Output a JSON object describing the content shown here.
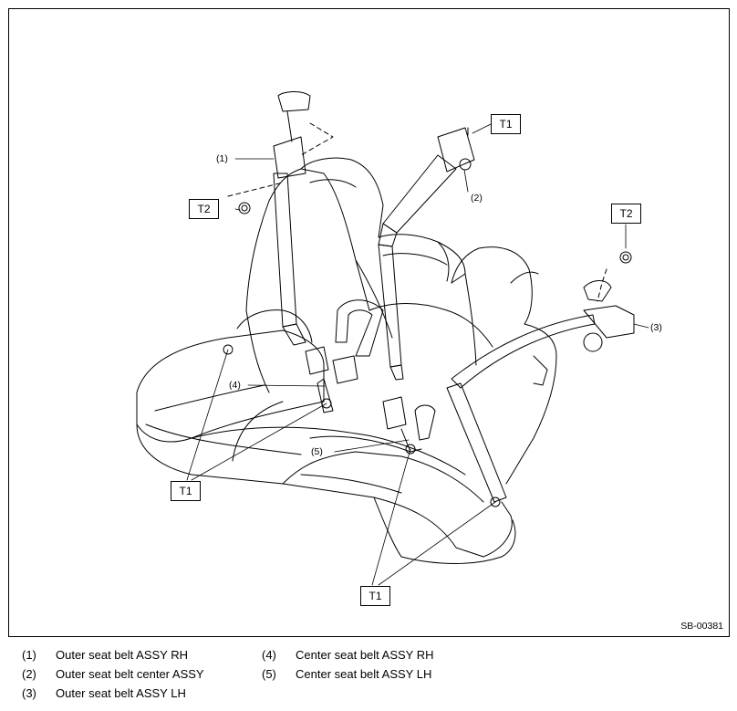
{
  "figure": {
    "callouts": {
      "c1": "(1)",
      "c2": "(2)",
      "c3": "(3)",
      "c4": "(4)",
      "c5": "(5)"
    },
    "torque_labels": {
      "t1": "T1",
      "t2": "T2"
    },
    "reference": "SB-00381"
  },
  "legend": [
    {
      "num": "(1)",
      "text": "Outer seat belt ASSY RH"
    },
    {
      "num": "(2)",
      "text": "Outer seat belt center ASSY"
    },
    {
      "num": "(3)",
      "text": "Outer seat belt ASSY LH"
    },
    {
      "num": "(4)",
      "text": "Center seat belt ASSY RH"
    },
    {
      "num": "(5)",
      "text": "Center seat belt ASSY LH"
    }
  ]
}
